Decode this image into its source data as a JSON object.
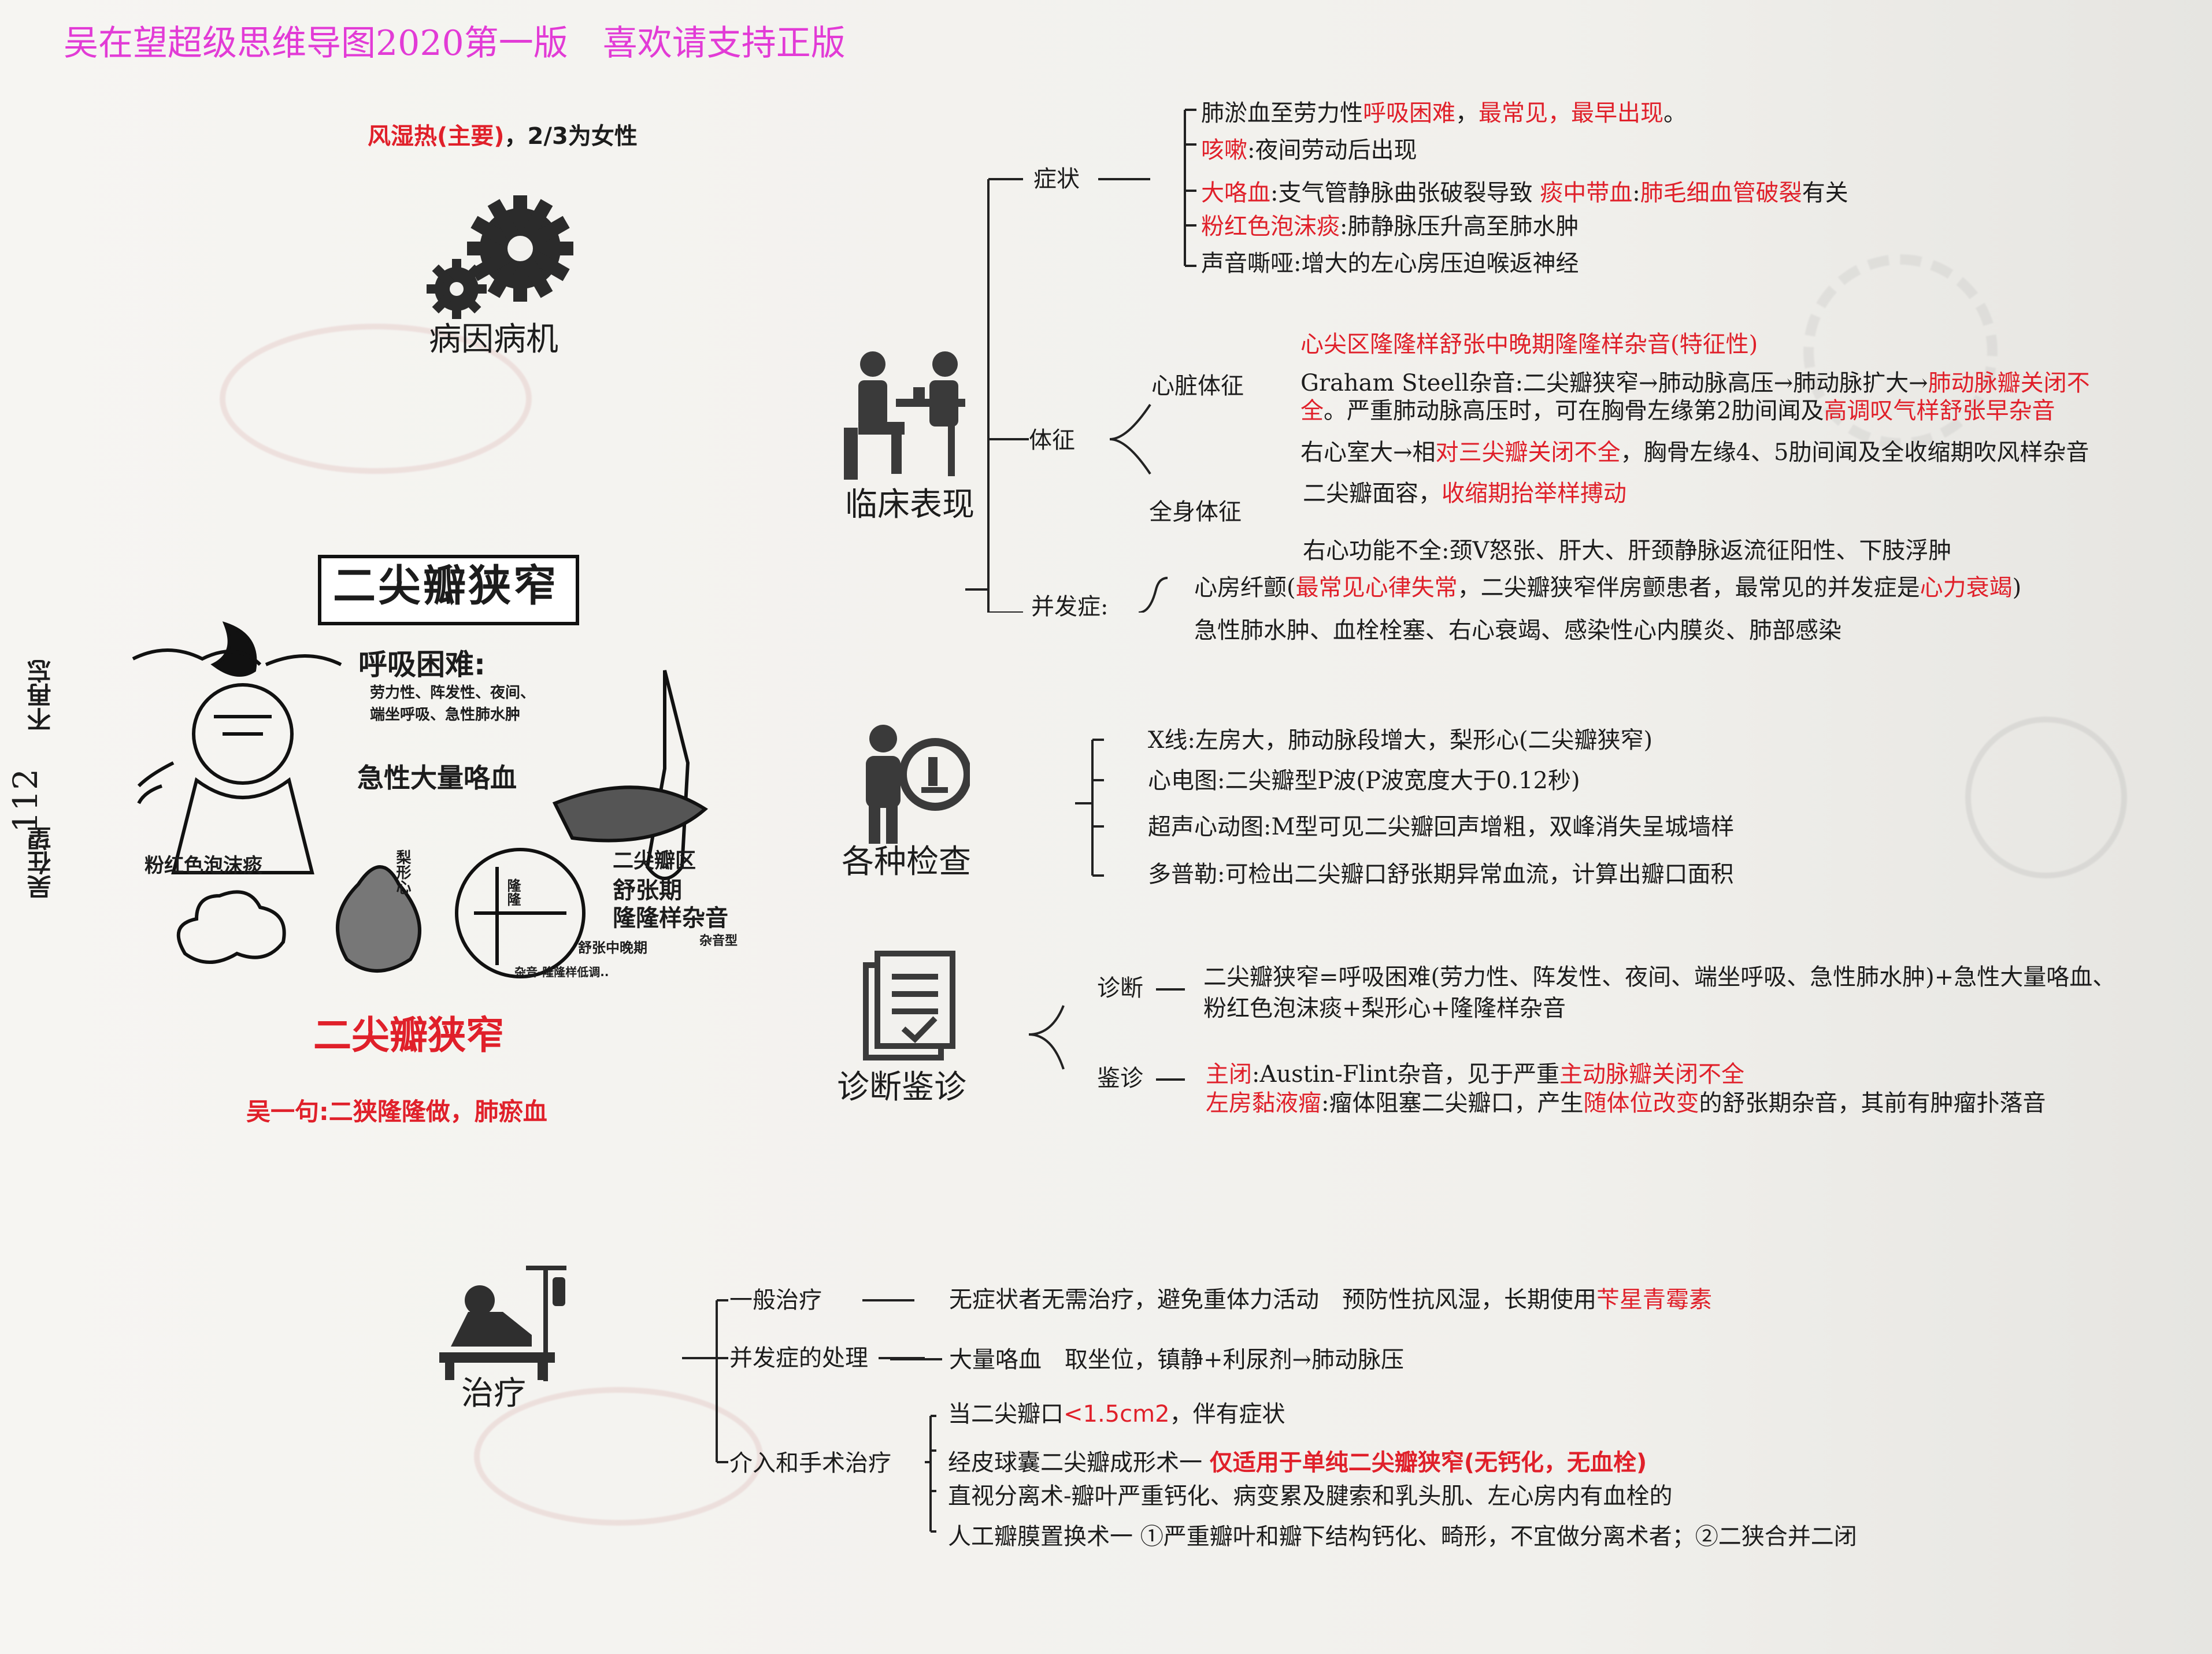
{
  "header": {
    "watermark": "吴在望超级思维导图2020第一版　喜欢请支持正版"
  },
  "spine": {
    "page_number": "112",
    "tagline": "不再忘",
    "author": "吴在望"
  },
  "etiology": {
    "note_red": "风湿热(主要)",
    "note_black": "，2/3为女性",
    "label": "病因病机"
  },
  "clinical": {
    "label": "临床表现",
    "symptoms": {
      "label": "症状",
      "items": [
        {
          "t1": "肺淤血至劳力性",
          "r1": "呼吸困难",
          "t2": "，",
          "r2": "最常见，最早出现",
          "t3": "。"
        },
        {
          "r1": "咳嗽",
          "t1": ":夜间劳动后出现"
        },
        {
          "r1": "大咯血",
          "t1": ":支气管静脉曲张破裂导致 ",
          "r2": "痰中带血",
          "t2": ":",
          "r3": "肺毛细血管破裂",
          "t3": "有关"
        },
        {
          "r1": "粉红色泡沫痰",
          "t1": ":肺静脉压升高至肺水肿"
        },
        {
          "t1": "声音嘶哑:增大的左心房压迫喉返神经"
        }
      ]
    },
    "signs": {
      "label": "体征",
      "cardiac": {
        "label": "心脏体征",
        "item1": "心尖区隆隆样舒张中晚期隆隆样杂音(特征性)",
        "item2a": "Graham Steell杂音:二尖瓣狭窄→肺动脉高压→肺动脉扩大→",
        "item2r": "肺动脉瓣关闭不",
        "item2b_r": "全",
        "item2b": "。严重肺动脉高压时，可在胸骨左缘第2肋间闻及",
        "item2c_r": "高调叹气样舒张早杂音",
        "item3a": "右心室大→相",
        "item3r": "对三尖瓣关闭不全",
        "item3b": "，胸骨左缘4、5肋间闻及全收缩期吹风样杂音"
      },
      "general": {
        "label": "全身体征",
        "item1a": "二尖瓣面容，",
        "item1r": "收缩期抬举样搏动",
        "item2": "右心功能不全:颈V怒张、肝大、肝颈静脉返流征阳性、下肢浮肿"
      }
    },
    "complications": {
      "label": "并发症:",
      "item1a": "心房纤颤(",
      "item1r": "最常见心律失常",
      "item1b": "，二尖瓣狭窄伴房颤患者，最常见的并发症是",
      "item1r2": "心力衰竭",
      "item1c": ")",
      "item2": "急性肺水肿、血栓栓塞、右心衰竭、感染性心内膜炎、肺部感染"
    }
  },
  "exams": {
    "label": "各种检查",
    "items": [
      "X线:左房大，肺动脉段增大，梨形心(二尖瓣狭窄)",
      "心电图:二尖瓣型P波(P波宽度大于0.12秒)",
      "超声心动图:M型可见二尖瓣回声增粗，双峰消失呈城墙样",
      "多普勒:可检出二尖瓣口舒张期异常血流，计算出瓣口面积"
    ]
  },
  "diagnosis": {
    "label": "诊断鉴诊",
    "diag_label": "诊断",
    "diag_line1": "二尖瓣狭窄=呼吸困难(劳力性、阵发性、夜间、端坐呼吸、急性肺水肿)+急性大量咯血、",
    "diag_line2": "粉红色泡沫痰+梨形心+隆隆样杂音",
    "diff_label": "鉴诊",
    "diff1_r": "主闭",
    "diff1_t": ":Austin-Flint杂音，见于严重",
    "diff1_r2": "主动脉瓣关闭不全",
    "diff2_r": "左房黏液瘤",
    "diff2_t": ":瘤体阻塞二尖瓣口，产生",
    "diff2_r2": "随体位改变",
    "diff2_t2": "的舒张期杂音，其前有肿瘤扑落音"
  },
  "center": {
    "title_box": "二尖瓣狭窄",
    "title_red": "二尖瓣狭窄",
    "slogan": "吴一句:二狭隆隆做，肺瘀血",
    "sketch": {
      "dyspnea": "呼吸困难:",
      "d1": "劳力性、阵发性、夜间、",
      "d2": "端坐呼吸、急性肺水肿",
      "hemoptysis": "急性大量咯血",
      "foam": "粉红色泡沫痰",
      "pear": "梨形心",
      "mur1": "二尖瓣区",
      "mur2": "舒张期",
      "mur3": "隆隆样杂音",
      "heart": "隆隆",
      "small1": "舒张中晚期",
      "small2": "杂音-隆隆样低调..",
      "small3": "杂音型"
    }
  },
  "treatment": {
    "label": "治疗",
    "general": {
      "label": "一般治疗",
      "text": "无症状者无需治疗，避免重体力活动　预防性抗风湿，长期使用",
      "r": "苄星青霉素"
    },
    "comp": {
      "label": "并发症的处理",
      "text": "大量咯血　取坐位，镇静+利尿剂→肺动脉压"
    },
    "surgery": {
      "label": "介入和手术治疗",
      "i1a": "当二尖瓣口",
      "i1r": "<1.5cm2",
      "i1b": "，伴有症状",
      "i2a": "经皮球囊二尖瓣成形术一 ",
      "i2r": "仅适用于单纯二尖瓣狭窄(无钙化，无血栓)",
      "i3": "直视分离术-瓣叶严重钙化、病变累及腱索和乳头肌、左心房内有血栓的",
      "i4": "人工瓣膜置换术一 ①严重瓣叶和瓣下结构钙化、畸形，不宜做分离术者；②二狭合并二闭"
    }
  },
  "colors": {
    "accent_red": "#e0202a",
    "watermark_pink": "#e23bd6",
    "ink": "#1c1c1c"
  }
}
